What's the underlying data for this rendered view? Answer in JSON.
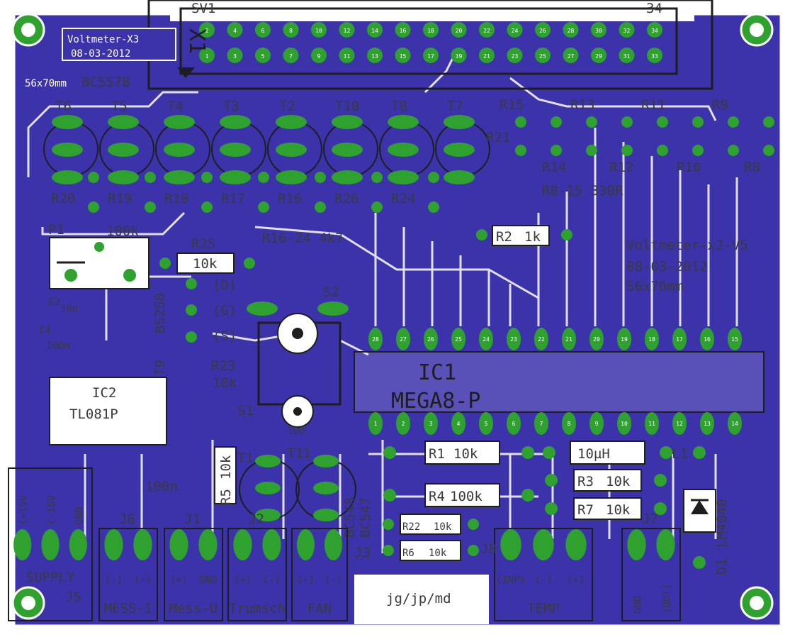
{
  "colors": {
    "copper": "#3c33ab",
    "pad": "#2fa12f",
    "pad_light": "#5ec25e",
    "silkscreen": "#1e1e1e",
    "background": "#ffffff"
  },
  "header": {
    "name_top": "SV1",
    "name_right": "34",
    "connector_ref": "X1",
    "label_box": "Voltmeter-X3",
    "label_date": "08-03-2012",
    "label_size": "56x70mm",
    "label_part": "BC557B"
  },
  "transistors_top": [
    "T6",
    "T5",
    "T4",
    "T3",
    "T2",
    "T10",
    "T8",
    "T7"
  ],
  "resistors_row": [
    "R20",
    "R19",
    "R18",
    "R17",
    "R16",
    "R26",
    "R24"
  ],
  "resistors_right_top": [
    "R15",
    "R13",
    "R11",
    "R9"
  ],
  "resistors_right_bottom": [
    "R14",
    "R12",
    "R10",
    "R8"
  ],
  "r21_label": "R21",
  "notes": {
    "r8_15": "R8-15 330R",
    "r16_24": "R16-24 4k7",
    "title": "Voltmeter-x2-V5",
    "date": "08-03-2012",
    "size": "56x70mm",
    "footer": "jg/jp/md"
  },
  "parts": {
    "p1": "P1",
    "p1_value": "100k",
    "r25": "R25",
    "r25_value": "10k",
    "bs250": "BS250",
    "t9": "T9",
    "pin_d": "(D)",
    "pin_g": "(G)",
    "pin_s": "(S)",
    "s2": "S2",
    "s1": "S1",
    "r23": "R23",
    "r23_value": "10k",
    "ic2": "IC2",
    "ic2_value": "TL081P",
    "ic1": "IC1",
    "ic1_value": "MEGA8-P",
    "r1": "R1",
    "r1_value": "10k",
    "r4": "R4",
    "r4_value": "100k",
    "r22": "R22",
    "r22_value": "10k",
    "r6": "R6",
    "r6_value": "10k",
    "r2": "R2",
    "r2_value": "1k",
    "r3": "R3",
    "r3_value": "10k",
    "r7": "R7",
    "r7_value": "10k",
    "l1": "L1",
    "l1_value": "10µH",
    "r5": "R5",
    "r5_value": "10k",
    "t1": "T1",
    "t11": "T11",
    "bc547": "BC547",
    "bc548": "BC548",
    "d1": "D1",
    "lm": "LM4040",
    "c3": "C3",
    "c3_value": "10n",
    "c4": "C4",
    "c4_value": "100n",
    "c100n": "100n",
    "c100": "100"
  },
  "connectors": {
    "supply": {
      "ref": "J5",
      "name": "SUPPLY",
      "pins": [
        "(+)5V",
        "(-)5V",
        "GND"
      ]
    },
    "j6": {
      "ref": "J6",
      "name": "MESS-I",
      "pins": [
        "(-)",
        "(+)"
      ]
    },
    "j1": {
      "ref": "J1",
      "name": "Mess-U",
      "pins": [
        "(+)",
        "GND"
      ]
    },
    "j2": {
      "ref": "J2",
      "name": "Trumsch",
      "pins": [
        "(+)",
        "(-)"
      ]
    },
    "fan": {
      "ref": "J3",
      "name": "FAN",
      "pins": [
        "(+)",
        "(-)"
      ]
    },
    "temp": {
      "ref": "J8",
      "name": "TEMP",
      "pins": [
        "(INP)",
        "(-)",
        "(+)"
      ]
    },
    "j7": {
      "ref": "J7",
      "name": "",
      "pins": [
        "GND",
        "(OUT)"
      ]
    }
  },
  "pin_numbers_top": [
    "2",
    "4",
    "6",
    "8",
    "10",
    "12",
    "14",
    "16",
    "18",
    "20",
    "22",
    "24",
    "26",
    "28",
    "30",
    "32",
    "34"
  ],
  "pin_numbers_bottom": [
    "1",
    "3",
    "5",
    "7",
    "9",
    "11",
    "13",
    "15",
    "17",
    "19",
    "21",
    "23",
    "25",
    "27",
    "29",
    "31",
    "33"
  ],
  "ic1_pins_top": [
    "28",
    "27",
    "26",
    "25",
    "24",
    "23",
    "22",
    "21",
    "20",
    "19",
    "18",
    "17",
    "16",
    "15"
  ],
  "ic1_pins_bottom": [
    "1",
    "2",
    "3",
    "4",
    "5",
    "6",
    "7",
    "8",
    "9",
    "10",
    "11",
    "12",
    "13",
    "14"
  ]
}
